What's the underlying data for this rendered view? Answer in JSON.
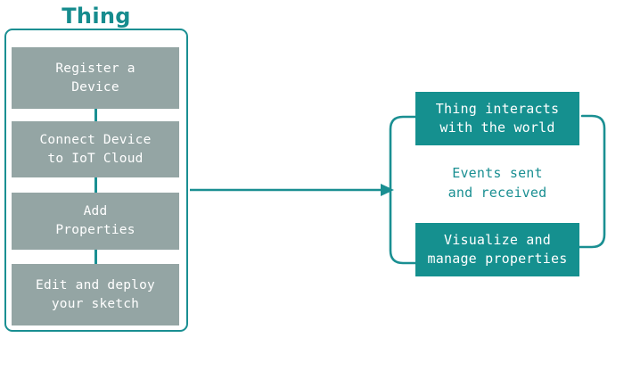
{
  "diagram": {
    "title": "Thing",
    "colors": {
      "teal": "#15908F",
      "teal_border": "#1A8F92",
      "title_teal": "#168C8E",
      "grey_box": "#94A5A4",
      "text_on_box": "#FFFFFF",
      "background": "#FFFFFF"
    },
    "left_group": {
      "label": "Thing",
      "steps": [
        {
          "id": "register-a-device",
          "text": "Register a\nDevice"
        },
        {
          "id": "connect-device",
          "text": "Connect Device\nto IoT Cloud"
        },
        {
          "id": "add-properties",
          "text": "Add\nProperties"
        },
        {
          "id": "edit-and-deploy-sketch",
          "text": "Edit and deploy\nyour sketch"
        }
      ]
    },
    "flow_arrow": {
      "id": "thing-to-cycle-arrow",
      "direction": "right",
      "label": ""
    },
    "right_cycle": {
      "top_box": {
        "id": "thing-interacts",
        "text": "Thing interacts\nwith the world"
      },
      "caption": {
        "id": "events-caption",
        "text": "Events sent\nand received"
      },
      "bottom_box": {
        "id": "visualize-manage",
        "text": "Visualize and\nmanage properties"
      },
      "arrows": [
        {
          "id": "cycle-arrow-right",
          "from": "top_box",
          "to": "bottom_box",
          "side": "right"
        },
        {
          "id": "cycle-arrow-left",
          "from": "bottom_box",
          "to": "top_box",
          "side": "left"
        }
      ]
    }
  }
}
